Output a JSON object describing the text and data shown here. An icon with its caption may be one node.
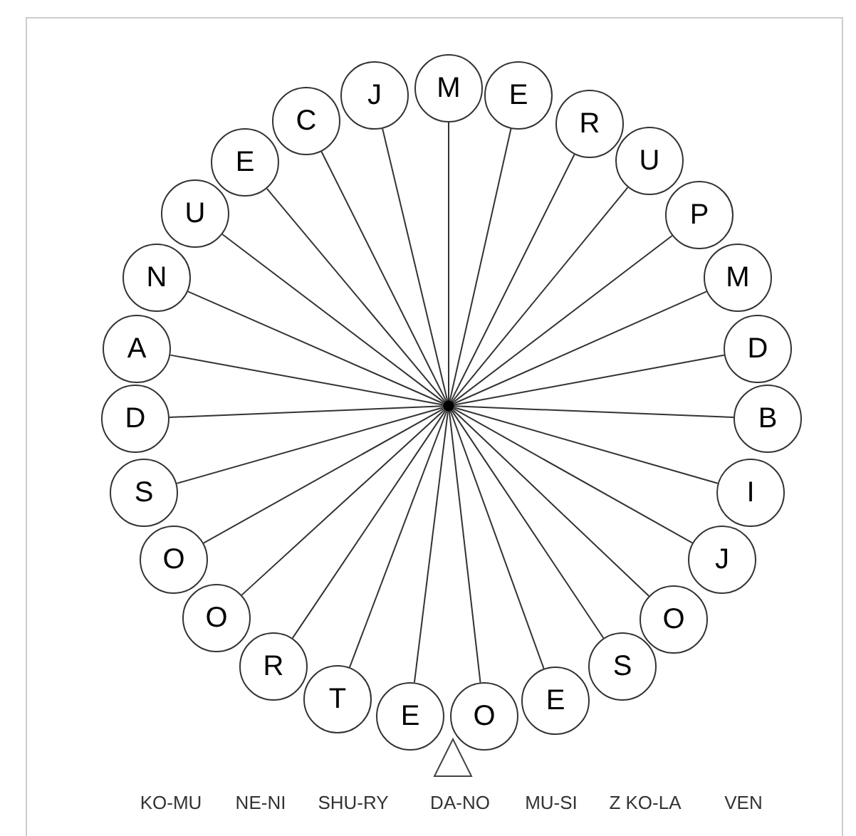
{
  "diagram": {
    "nodes": [
      {
        "text": [
          "M"
        ]
      },
      {
        "text": [
          "E"
        ]
      },
      {
        "text": [
          "R"
        ]
      },
      {
        "text": [
          "U"
        ]
      },
      {
        "text": [
          "P"
        ]
      },
      {
        "text": [
          "M"
        ]
      },
      {
        "text": [
          "D"
        ]
      },
      {
        "text": [
          "B"
        ]
      },
      {
        "text": [
          "I"
        ]
      },
      {
        "text": [
          "J"
        ]
      },
      {
        "text": [
          "O"
        ]
      },
      {
        "text": [
          "S"
        ]
      },
      {
        "text": [
          "E"
        ]
      },
      {
        "text": [
          "O"
        ]
      },
      {
        "text": [
          "E"
        ]
      },
      {
        "text": [
          "T"
        ]
      },
      {
        "text": [
          "R"
        ]
      },
      {
        "text": [
          "O"
        ]
      },
      {
        "text": [
          "O"
        ]
      },
      {
        "text": [
          "S"
        ]
      },
      {
        "text": [
          "D"
        ]
      },
      {
        "text": [
          "A"
        ]
      },
      {
        "text": [
          "N"
        ]
      },
      {
        "text": [
          "U"
        ]
      },
      {
        "text": [
          "E"
        ]
      },
      {
        "text": [
          "C"
        ]
      },
      {
        "text": [
          "J"
        ]
      },
      {
        "text": [],
        "shape": "circle"
      }
    ],
    "edges": [
      {
        "from": 27,
        "to": 0,
        "arrow": "none"
      },
      {
        "from": 27,
        "to": 1,
        "arrow": "none"
      },
      {
        "from": 27,
        "to": 2,
        "arrow": "none"
      },
      {
        "from": 27,
        "to": 3,
        "arrow": "none"
      },
      {
        "from": 27,
        "to": 4,
        "arrow": "none"
      },
      {
        "from": 27,
        "to": 5,
        "arrow": "none"
      },
      {
        "from": 27,
        "to": 6,
        "arrow": "none"
      },
      {
        "from": 27,
        "to": 7,
        "arrow": "none"
      },
      {
        "from": 27,
        "to": 8,
        "arrow": "none"
      },
      {
        "from": 27,
        "to": 9,
        "arrow": "none"
      },
      {
        "from": 27,
        "to": 10,
        "arrow": "none"
      },
      {
        "from": 27,
        "to": 11,
        "arrow": "none"
      },
      {
        "from": 27,
        "to": 12,
        "arrow": "none"
      },
      {
        "from": 27,
        "to": 13,
        "arrow": "none"
      },
      {
        "from": 27,
        "to": 14,
        "arrow": "none"
      },
      {
        "from": 27,
        "to": 15,
        "arrow": "none"
      },
      {
        "from": 27,
        "to": 16,
        "arrow": "none"
      },
      {
        "from": 27,
        "to": 17,
        "arrow": "none"
      },
      {
        "from": 27,
        "to": 18,
        "arrow": "none"
      },
      {
        "from": 27,
        "to": 19,
        "arrow": "none"
      },
      {
        "from": 27,
        "to": 20,
        "arrow": "none"
      },
      {
        "from": 27,
        "to": 21,
        "arrow": "none"
      },
      {
        "from": 27,
        "to": 22,
        "arrow": "none"
      },
      {
        "from": 27,
        "to": 23,
        "arrow": "none"
      },
      {
        "from": 27,
        "to": 24,
        "arrow": "none"
      },
      {
        "from": 27,
        "to": 25,
        "arrow": "none"
      },
      {
        "from": 27,
        "to": 26,
        "arrow": "none"
      }
    ],
    "labels": [
      "KO-MU",
      "NE-NI",
      "SHU-RY",
      "DA-NO",
      "MU-SI",
      "Z KO-LA",
      "VEN"
    ]
  }
}
